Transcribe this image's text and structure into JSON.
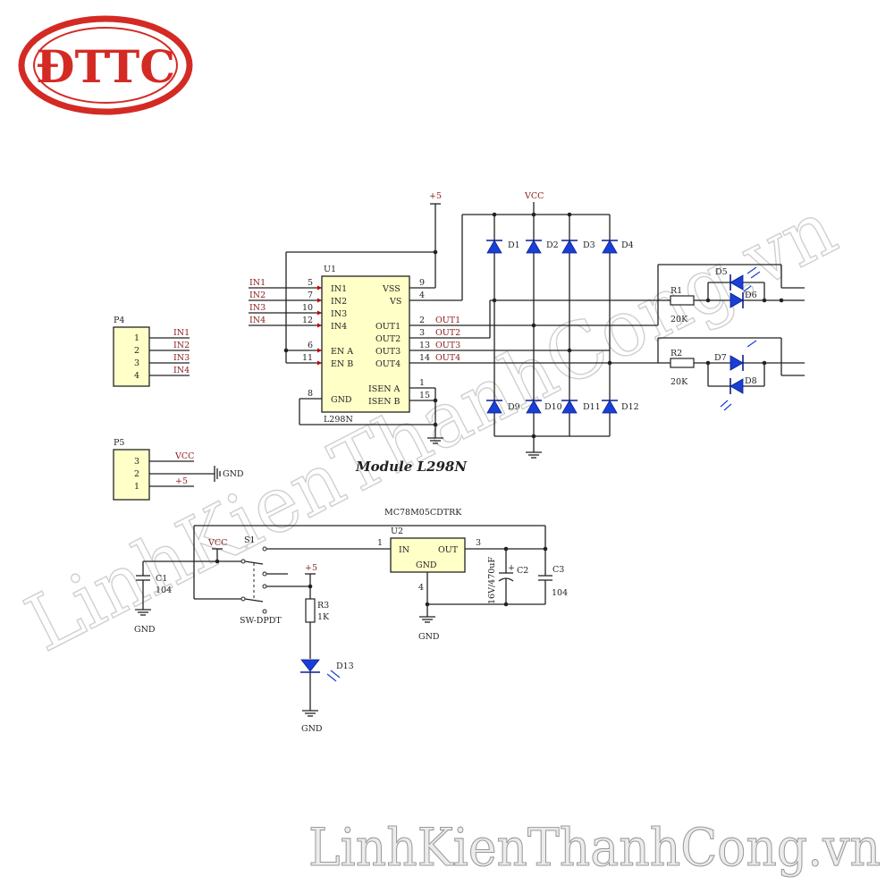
{
  "logo": {
    "text": "ĐTTC",
    "color": "#d42a24"
  },
  "watermark": {
    "diagonal": "LinhKienThanhCong.vn",
    "bottom": "LinhKienThanhCong.vn"
  },
  "title": "Module L298N",
  "colors": {
    "diode": "#1a3fd6",
    "net": "#8b1a1a",
    "ic_fill": "#ffffc8",
    "pin_tip": "#c00000"
  },
  "power": {
    "p5": "+5",
    "vcc": "VCC",
    "gnd": "GND"
  },
  "u1": {
    "ref": "U1",
    "part": "L298N",
    "left_pins": [
      {
        "name": "IN1",
        "num": "5",
        "net": "IN1"
      },
      {
        "name": "IN2",
        "num": "7",
        "net": "IN2"
      },
      {
        "name": "IN3",
        "num": "10",
        "net": "IN3"
      },
      {
        "name": "IN4",
        "num": "12",
        "net": "IN4"
      },
      {
        "name": "EN A",
        "num": "6"
      },
      {
        "name": "EN B",
        "num": "11"
      }
    ],
    "gnd_pin": {
      "name": "GND",
      "num": "8"
    },
    "right_pins": [
      {
        "name": "VSS",
        "num": "9"
      },
      {
        "name": "VS",
        "num": "4"
      },
      {
        "name": "OUT1",
        "num": "2",
        "net": "OUT1"
      },
      {
        "name": "OUT2",
        "num": "3",
        "net": "OUT2"
      },
      {
        "name": "OUT3",
        "num": "13",
        "net": "OUT3"
      },
      {
        "name": "OUT4",
        "num": "14",
        "net": "OUT4"
      },
      {
        "name": "ISEN A",
        "num": "1"
      },
      {
        "name": "ISEN B",
        "num": "15"
      }
    ]
  },
  "bridge_diodes_top": [
    "D1",
    "D2",
    "D3",
    "D4"
  ],
  "bridge_diodes_bottom": [
    "D9",
    "D10",
    "D11",
    "D12"
  ],
  "indicator": {
    "r1": {
      "ref": "R1",
      "value": "20K"
    },
    "r2": {
      "ref": "R2",
      "value": "20K"
    },
    "leds": [
      "D5",
      "D6",
      "D7",
      "D8"
    ]
  },
  "p4": {
    "ref": "P4",
    "pins": [
      "1",
      "2",
      "3",
      "4"
    ],
    "nets": [
      "IN1",
      "IN2",
      "IN3",
      "IN4"
    ]
  },
  "p5": {
    "ref": "P5",
    "pins": [
      "3",
      "2",
      "1"
    ],
    "nets": [
      "VCC",
      "",
      "+5"
    ],
    "gnd": "GND"
  },
  "regulator": {
    "part": "MC78M05CDTRK",
    "ref": "U2",
    "in_label": "IN",
    "out_label": "OUT",
    "gnd_label": "GND",
    "pin_in": "1",
    "pin_out": "3",
    "pin_gnd": "4"
  },
  "c1": {
    "ref": "C1",
    "value": "104"
  },
  "c2": {
    "ref": "C2",
    "value": "16V/470uF",
    "pol": "+"
  },
  "c3": {
    "ref": "C3",
    "value": "104"
  },
  "s1": {
    "ref": "S1",
    "part": "SW-DPDT"
  },
  "r3": {
    "ref": "R3",
    "value": "1K"
  },
  "d13": {
    "ref": "D13"
  }
}
